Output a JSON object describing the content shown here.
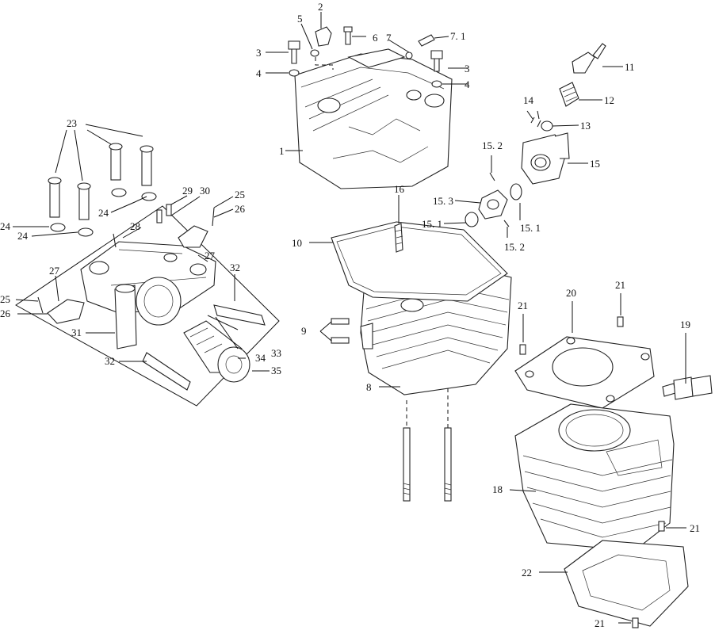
{
  "labels": {
    "l1": "1",
    "l2": "2",
    "l3a": "3",
    "l3b": "3",
    "l4a": "4",
    "l4b": "4",
    "l5": "5",
    "l6": "6",
    "l7": "7",
    "l71": "7. 1",
    "l8": "8",
    "l9": "9",
    "l10": "10",
    "l11": "11",
    "l12": "12",
    "l13": "13",
    "l14": "14",
    "l15": "15",
    "l151a": "15. 1",
    "l151b": "15. 1",
    "l152a": "15. 2",
    "l152b": "15. 2",
    "l153": "15. 3",
    "l16": "16",
    "l18": "18",
    "l19": "19",
    "l20": "20",
    "l21a": "21",
    "l21b": "21",
    "l21c": "21",
    "l21d": "21",
    "l22": "22",
    "l23": "23",
    "l24a": "24",
    "l24b": "24",
    "l24c": "24",
    "l25a": "25",
    "l25b": "25",
    "l26a": "26",
    "l26b": "26",
    "l27a": "27",
    "l27b": "27",
    "l28": "28",
    "l29": "29",
    "l30": "30",
    "l31": "31",
    "l32a": "32",
    "l32b": "32",
    "l33": "33",
    "l34": "34",
    "l35": "35"
  }
}
